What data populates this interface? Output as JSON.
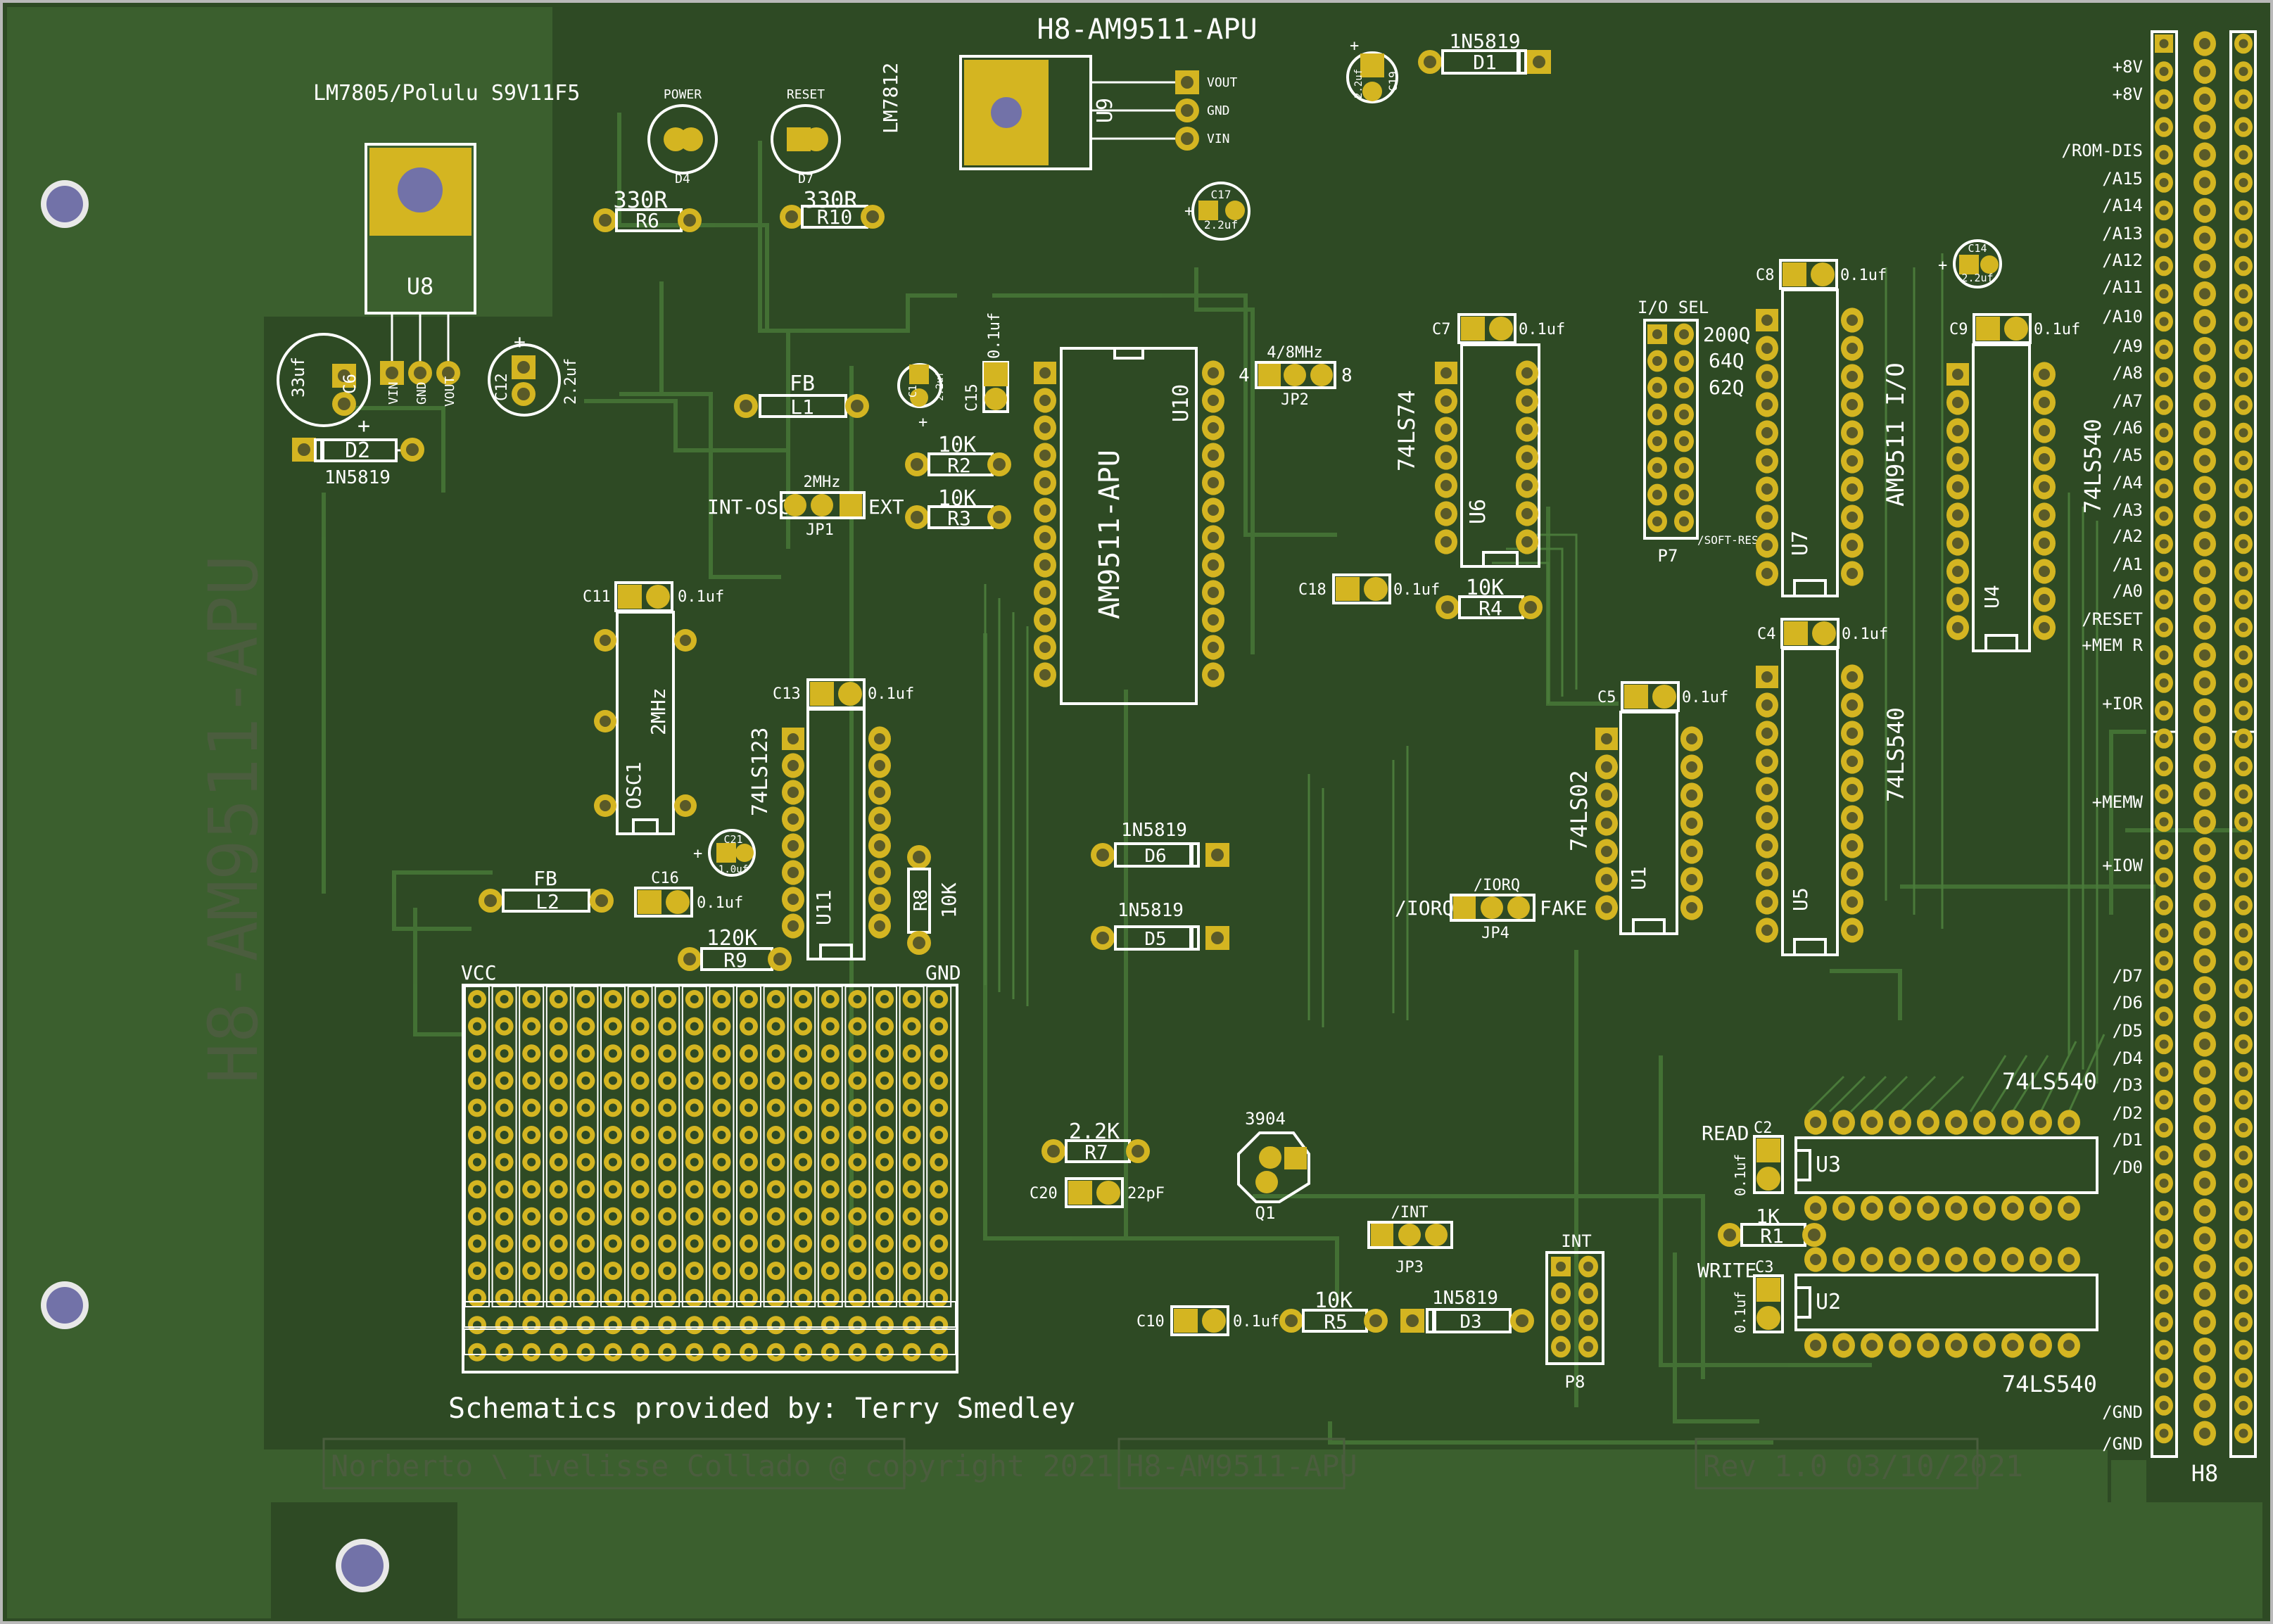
{
  "board": {
    "title": "H8-AM9511-APU",
    "vertical_title": "H8-AM9511-APU",
    "copyright": "Norberto \\ Ivelisse Collado @ copyright 2021",
    "footer_title": "H8-AM9511-APU",
    "revision": "Rev 1.0 03/10/2021",
    "credit": "Schematics provided by: Terry Smedley",
    "colors": {
      "substrate": "#2f4b25",
      "copper": "#3a5e2d",
      "trace": "#4a7a3a",
      "pad": "#d4b521",
      "pad_hole": "#8a7a14",
      "silk": "#ffffff",
      "edge": "#b7b7b7"
    }
  },
  "regulators": {
    "u8_header": "LM7805/Polulu S9V11F5",
    "u8_ref": "U8",
    "u9_ref": "U9",
    "u9_side": "LM7812",
    "pins_u8": [
      "VIN",
      "GND",
      "VOUT"
    ],
    "pins_u9": [
      "VOUT",
      "GND",
      "VIN"
    ]
  },
  "leds": [
    {
      "label": "POWER",
      "ref": "D4"
    },
    {
      "label": "RESET",
      "ref": "D7"
    }
  ],
  "resistors": [
    {
      "ref": "R6",
      "value": "330R"
    },
    {
      "ref": "R10",
      "value": "330R"
    },
    {
      "ref": "R2",
      "value": "10K"
    },
    {
      "ref": "R3",
      "value": "10K"
    },
    {
      "ref": "R4",
      "value": "10K"
    },
    {
      "ref": "R8",
      "value": "10K"
    },
    {
      "ref": "R9",
      "value": "120K"
    },
    {
      "ref": "R7",
      "value": "2.2K"
    },
    {
      "ref": "R5",
      "value": "10K"
    },
    {
      "ref": "R1",
      "value": "1K"
    }
  ],
  "capacitors": [
    {
      "ref": "C6",
      "value": "33uf"
    },
    {
      "ref": "C12",
      "value": "2.2uf"
    },
    {
      "ref": "C1",
      "value": "2.2uf"
    },
    {
      "ref": "C15",
      "value": "0.1uf"
    },
    {
      "ref": "C17",
      "value": "2.2uf"
    },
    {
      "ref": "C19",
      "value": "2.2uf"
    },
    {
      "ref": "C11",
      "value": "0.1uf"
    },
    {
      "ref": "C13",
      "value": "0.1uf"
    },
    {
      "ref": "C16",
      "value": "0.1uf"
    },
    {
      "ref": "C21",
      "value": "1.0uf"
    },
    {
      "ref": "C18",
      "value": "0.1uf"
    },
    {
      "ref": "C7",
      "value": "0.1uf"
    },
    {
      "ref": "C8",
      "value": "0.1uf"
    },
    {
      "ref": "C9",
      "value": "0.1uf"
    },
    {
      "ref": "C14",
      "value": "2.2uf"
    },
    {
      "ref": "C4",
      "value": "0.1uf"
    },
    {
      "ref": "C5",
      "value": "0.1uf"
    },
    {
      "ref": "C20",
      "value": "22pF"
    },
    {
      "ref": "C10",
      "value": "0.1uf"
    },
    {
      "ref": "C2",
      "value": "0.1uf"
    },
    {
      "ref": "C3",
      "value": "0.1uf"
    }
  ],
  "diodes": [
    {
      "ref": "D1",
      "value": "1N5819"
    },
    {
      "ref": "D2",
      "value": "1N5819"
    },
    {
      "ref": "D6",
      "value": "1N5819"
    },
    {
      "ref": "D5",
      "value": "1N5819"
    },
    {
      "ref": "D3",
      "value": "1N5819"
    }
  ],
  "ferrites": [
    {
      "ref": "L1",
      "value": "FB"
    },
    {
      "ref": "L2",
      "value": "FB"
    }
  ],
  "ics": [
    {
      "ref": "U10",
      "part": "AM9511-APU"
    },
    {
      "ref": "U6",
      "part": "74LS74"
    },
    {
      "ref": "U7",
      "part": "AM9511 I/O"
    },
    {
      "ref": "U4",
      "part": "74LS540"
    },
    {
      "ref": "U11",
      "part": "74LS123"
    },
    {
      "ref": "U1",
      "part": "74LS02"
    },
    {
      "ref": "U5",
      "part": "74LS540"
    },
    {
      "ref": "U3",
      "part": "74LS540"
    },
    {
      "ref": "U2",
      "part": "74LS540"
    },
    {
      "ref": "OSC1",
      "part": "2MHz"
    }
  ],
  "jumpers": {
    "jp1": {
      "ref": "JP1",
      "title": "2MHz",
      "left": "INT-OSC",
      "right": "EXT"
    },
    "jp2": {
      "ref": "JP2",
      "title": "4/8MHz",
      "left": "4",
      "right": "8"
    },
    "jp3": {
      "ref": "JP3",
      "title": "/INT"
    },
    "jp4": {
      "ref": "JP4",
      "title": "/IORQ",
      "left": "/IORQ",
      "right": "FAKE"
    },
    "p7": {
      "ref": "P7",
      "title": "I/O SEL",
      "opts": [
        "200Q",
        "64Q",
        "62Q"
      ],
      "bottom": "/SOFT-RESET"
    },
    "p8": {
      "ref": "P8",
      "title": "INT"
    }
  },
  "transistor": {
    "ref": "Q1",
    "part": "3904"
  },
  "proto": {
    "vcc": "VCC",
    "gnd": "GND"
  },
  "bus": {
    "label": "H8",
    "signals": [
      "+8V",
      "+8V",
      "/ROM-DIS",
      "/A15",
      "/A14",
      "/A13",
      "/A12",
      "/A11",
      "/A10",
      "/A9",
      "/A8",
      "/A7",
      "/A6",
      "/A5",
      "/A4",
      "/A3",
      "/A2",
      "/A1",
      "/A0",
      "/RESET",
      "+MEM R",
      "+IOR",
      "+MEMW",
      "+IOW",
      "/D7",
      "/D6",
      "/D5",
      "/D4",
      "/D3",
      "/D2",
      "/D1",
      "/D0",
      "/GND",
      "/GND"
    ]
  },
  "buffer_labels": {
    "read": "READ",
    "write": "WRITE"
  }
}
